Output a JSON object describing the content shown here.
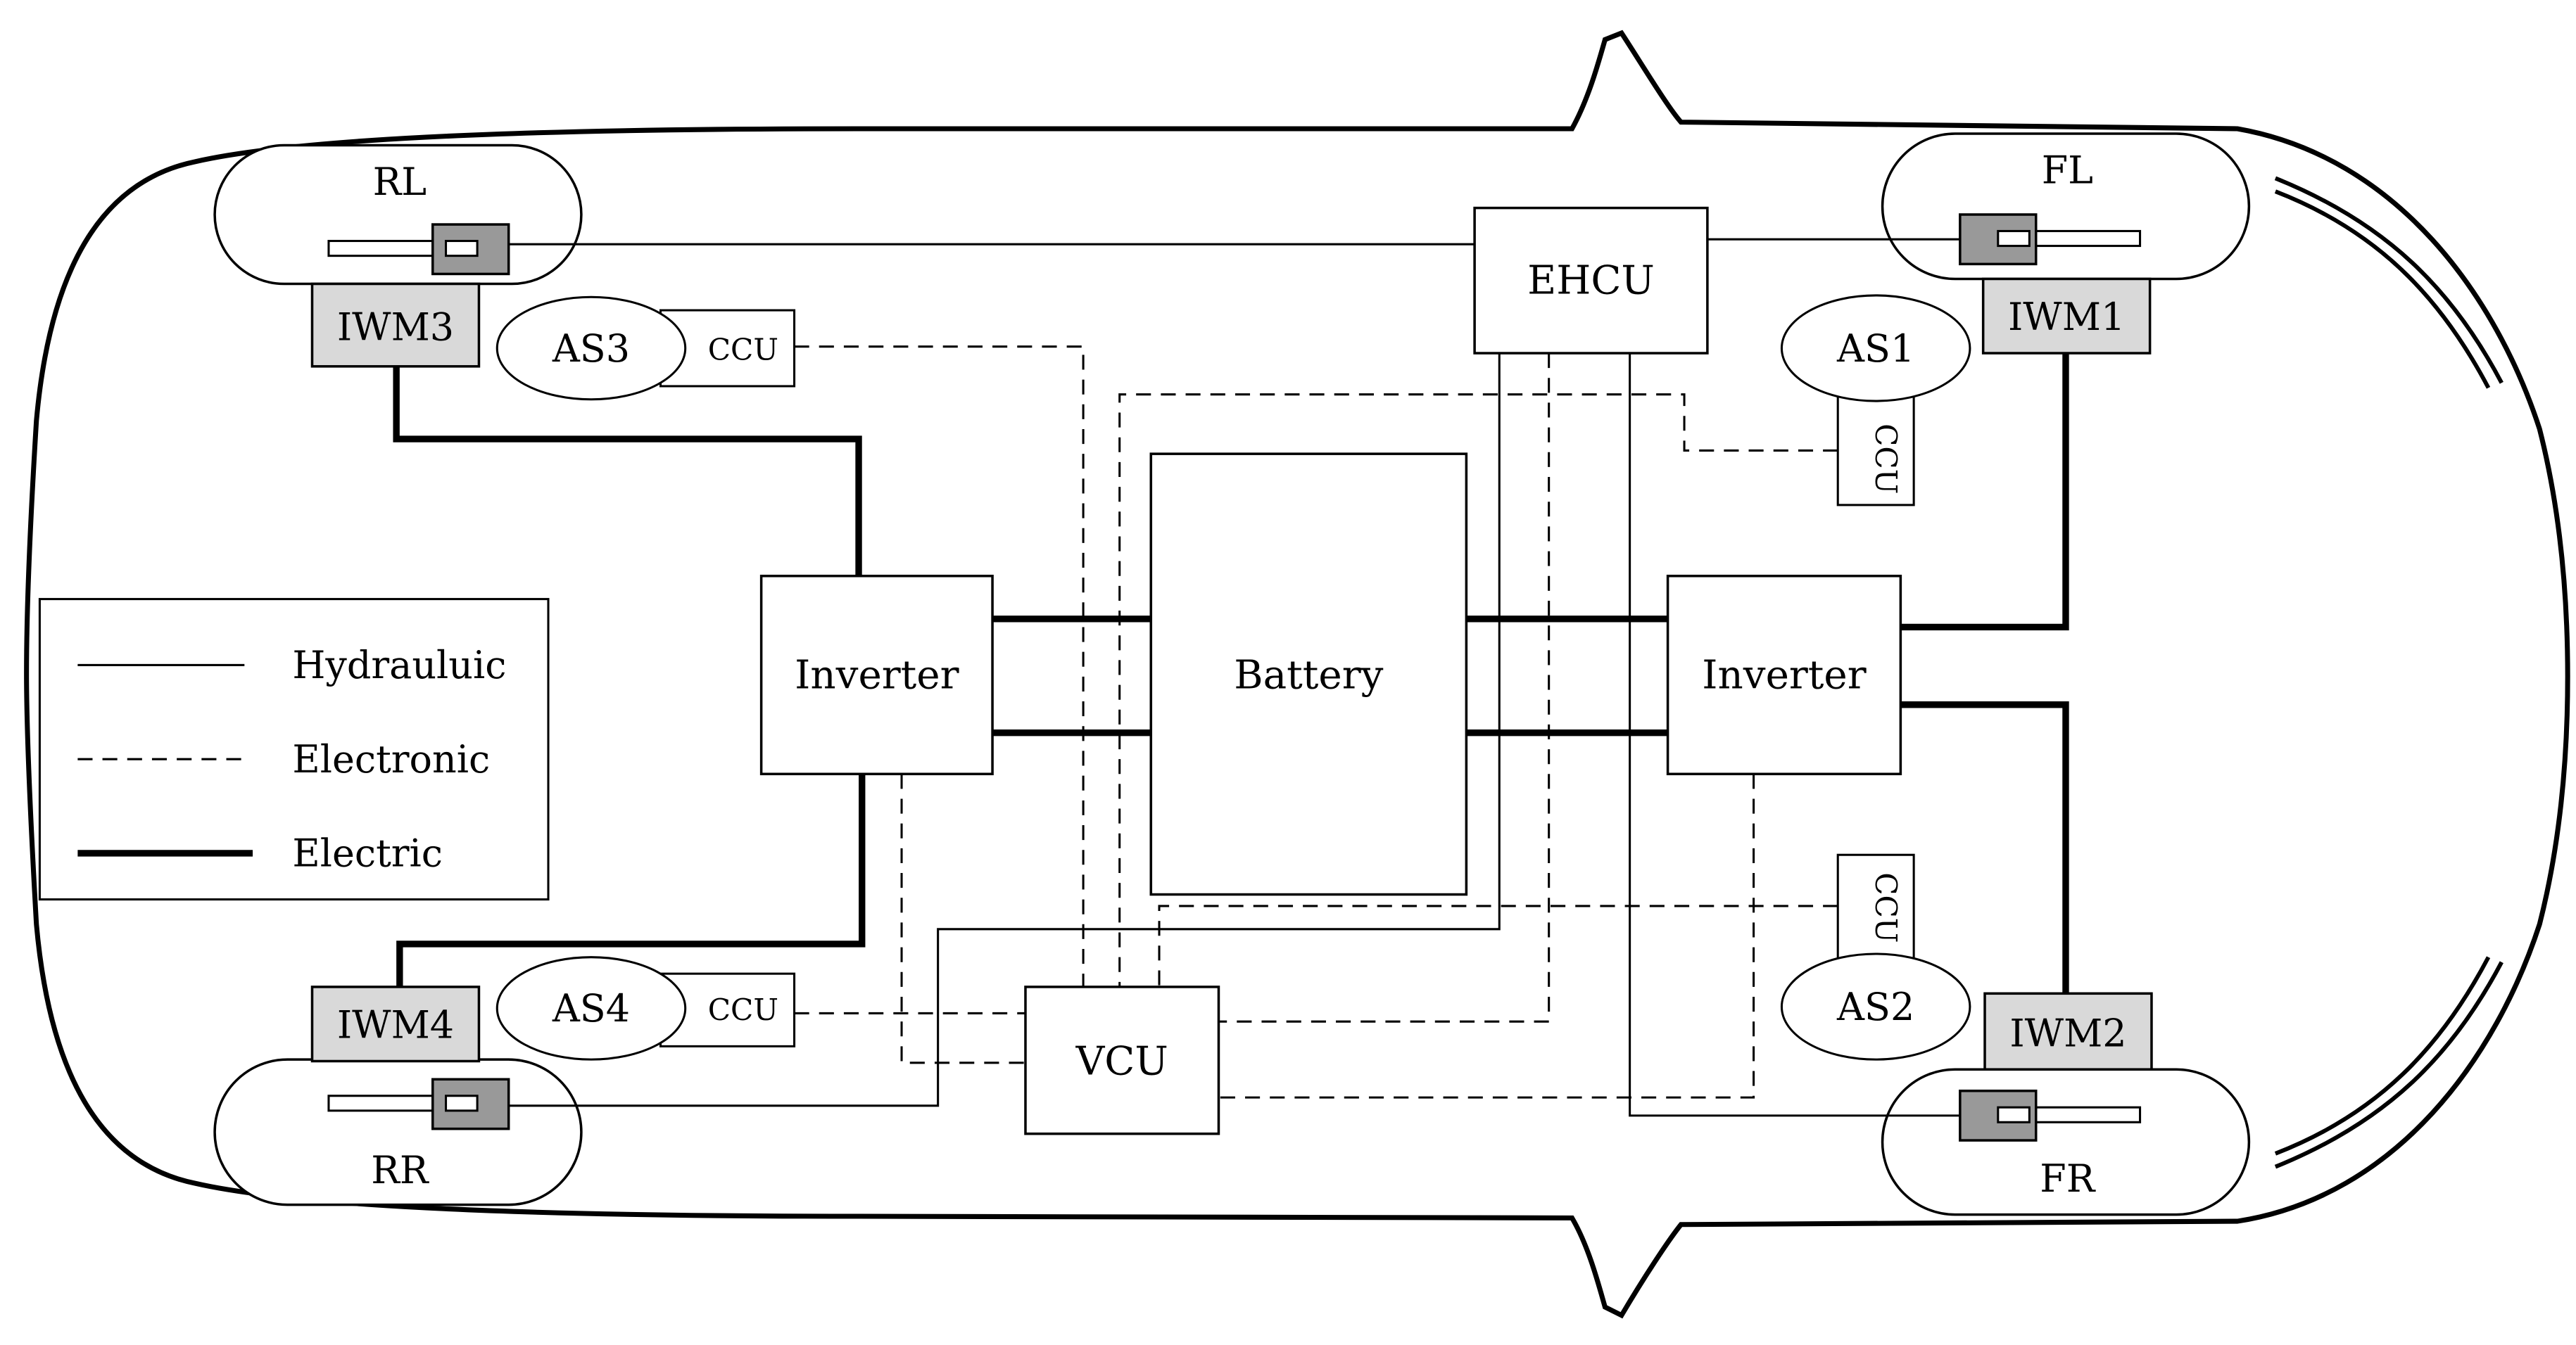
{
  "colors": {
    "background": "#ffffff",
    "stroke": "#000000",
    "iwm_fill": "#d9d9d9",
    "caliper_fill": "#999999"
  },
  "wheels": {
    "rl": "RL",
    "fl": "FL",
    "rr": "RR",
    "fr": "FR"
  },
  "motors": {
    "iwm1": "IWM1",
    "iwm2": "IWM2",
    "iwm3": "IWM3",
    "iwm4": "IWM4"
  },
  "suspensions": {
    "as1": "AS1",
    "as2": "AS2",
    "as3": "AS3",
    "as4": "AS4"
  },
  "ccu": "CCU",
  "ehcu": "EHCU",
  "battery": "Battery",
  "inverter_left": "Inverter",
  "inverter_right": "Inverter",
  "vcu": "VCU",
  "legend": {
    "hydraulic": "Hydrauluic",
    "electronic": "Electronic",
    "electric": "Electric"
  }
}
